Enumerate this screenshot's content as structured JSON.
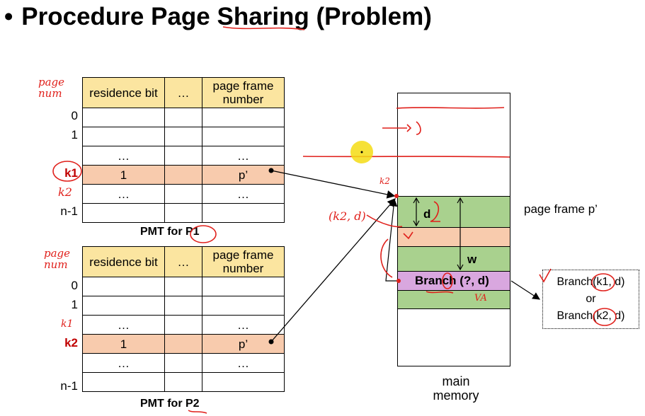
{
  "title": {
    "bullet": "•",
    "text": "Procedure Page Sharing (Problem)"
  },
  "pmt1": {
    "header": [
      "residence bit",
      "…",
      "page frame number"
    ],
    "row_labels": [
      "0",
      "1",
      "",
      "k1",
      "",
      "n-1"
    ],
    "rows": [
      [
        "",
        "",
        ""
      ],
      [
        "",
        "",
        ""
      ],
      [
        "…",
        "",
        "…"
      ],
      [
        "1",
        "",
        "p’"
      ],
      [
        "…",
        "",
        "…"
      ],
      [
        "",
        "",
        ""
      ]
    ],
    "caption": "PMT for P1"
  },
  "pmt2": {
    "header": [
      "residence bit",
      "…",
      "page frame number"
    ],
    "row_labels": [
      "0",
      "1",
      "",
      "k2",
      "",
      "n-1"
    ],
    "rows": [
      [
        "",
        "",
        ""
      ],
      [
        "",
        "",
        ""
      ],
      [
        "…",
        "",
        "…"
      ],
      [
        "1",
        "",
        "p’"
      ],
      [
        "…",
        "",
        "…"
      ],
      [
        "",
        "",
        ""
      ]
    ],
    "caption": "PMT for P2"
  },
  "memory": {
    "frame_label": "page frame p’",
    "d_label": "d",
    "w_label": "w",
    "branch_instr": "Branch (?, d)",
    "caption_line1": "main",
    "caption_line2": "memory"
  },
  "note": {
    "line1": "Branch(k1, d)",
    "line2": "or",
    "line3": "Branch(k2, d)"
  },
  "handwriting": {
    "page_num_1": "page num",
    "page_num_2": "page num",
    "k2_under_k1": "k2",
    "k1_above_k2": "k1",
    "k2_memory": "k2",
    "k2d": "(k2, d)",
    "va": "VA"
  },
  "colors": {
    "header": "#fbe5a0",
    "highlight": "#f8cbad",
    "green": "#a9d18e",
    "purple": "#d9a7df",
    "annot": "#e0201b",
    "cursor": "#f5dc14"
  }
}
